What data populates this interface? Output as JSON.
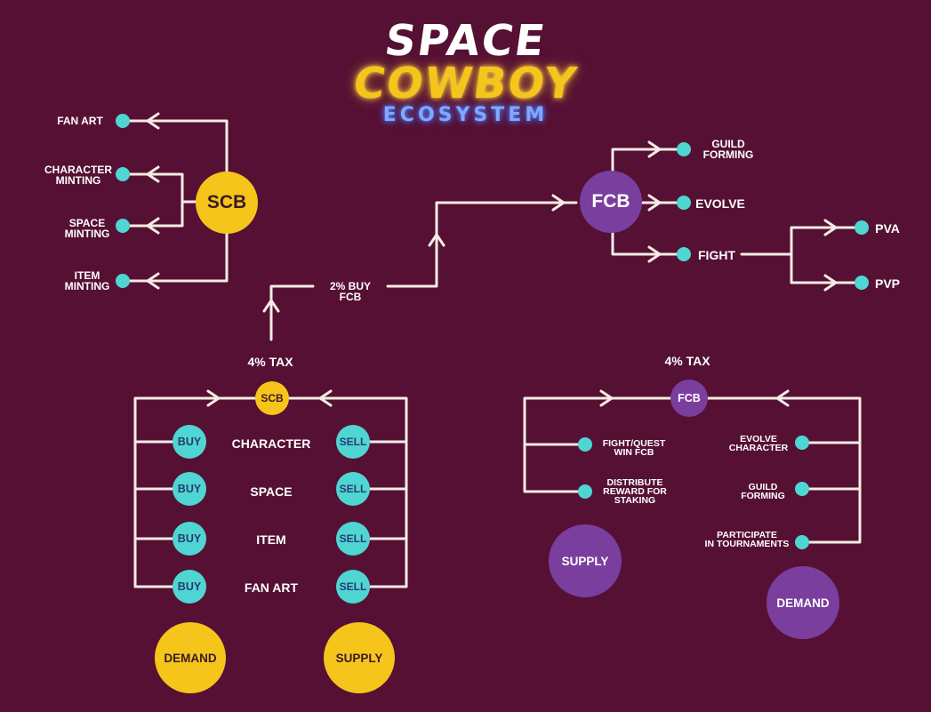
{
  "title": {
    "line1": "SPACE",
    "line2": "COWBOY",
    "line3": "ECOSYSTEM"
  },
  "colors": {
    "background": "#561034",
    "scb": "#f6c51b",
    "fcb": "#7a3e9e",
    "node": "#4fd6d2",
    "line": "#f4ece3"
  },
  "scb_uses": {
    "hub": "SCB",
    "items": [
      "FAN ART",
      "CHARACTER\nMINTING",
      "SPACE\nMINTING",
      "ITEM\nMINTING"
    ]
  },
  "fcb_uses": {
    "hub": "FCB",
    "items": [
      "GUILD\nFORMING",
      "EVOLVE",
      "FIGHT"
    ],
    "fight_modes": [
      "PVA",
      "PVP"
    ]
  },
  "buy_fcb": "2% BUY\nFCB",
  "scb_market": {
    "tax": "4% TAX",
    "token": "SCB",
    "buy": "BUY",
    "sell": "SELL",
    "categories": [
      "CHARACTER",
      "SPACE",
      "ITEM",
      "FAN ART"
    ],
    "demand": "DEMAND",
    "supply": "SUPPLY"
  },
  "fcb_market": {
    "tax": "4% TAX",
    "token": "FCB",
    "supply_items": [
      "FIGHT/QUEST\nWIN FCB",
      "DISTRIBUTE\nREWARD FOR\nSTAKING"
    ],
    "demand_items": [
      "EVOLVE\nCHARACTER",
      "GUILD\nFORMING",
      "PARTICIPATE\nIN TOURNAMENTS"
    ],
    "supply": "SUPPLY",
    "demand": "DEMAND"
  }
}
